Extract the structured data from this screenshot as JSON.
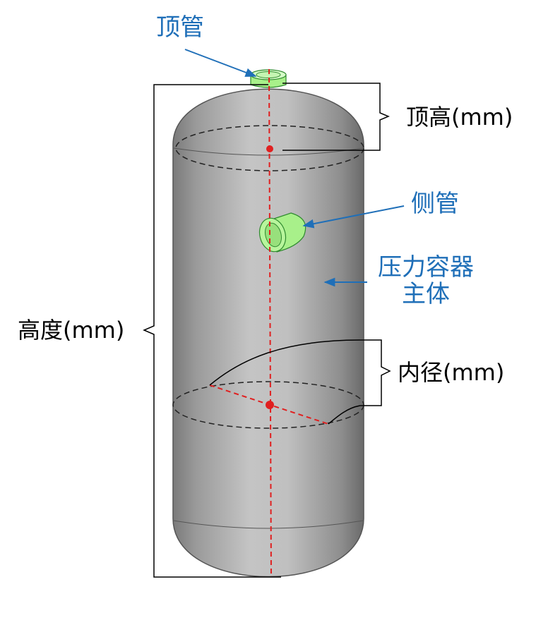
{
  "labels": {
    "top_pipe": "顶管",
    "side_pipe": "侧管",
    "vessel_body_line1": "压力容器",
    "vessel_body_line2": "主体",
    "top_height": "顶高(mm)",
    "height": "高度(mm)",
    "inner_diameter": "内径(mm)"
  },
  "colors": {
    "callout_text": "#1f6fb8",
    "arrow": "#1f6fb8",
    "centerline": "#e02020",
    "pipe_fill": "#a8f08a",
    "pipe_stroke": "#2f8a2f",
    "vessel_light": "#c8c8c8",
    "vessel_dark": "#6e6e6e"
  }
}
